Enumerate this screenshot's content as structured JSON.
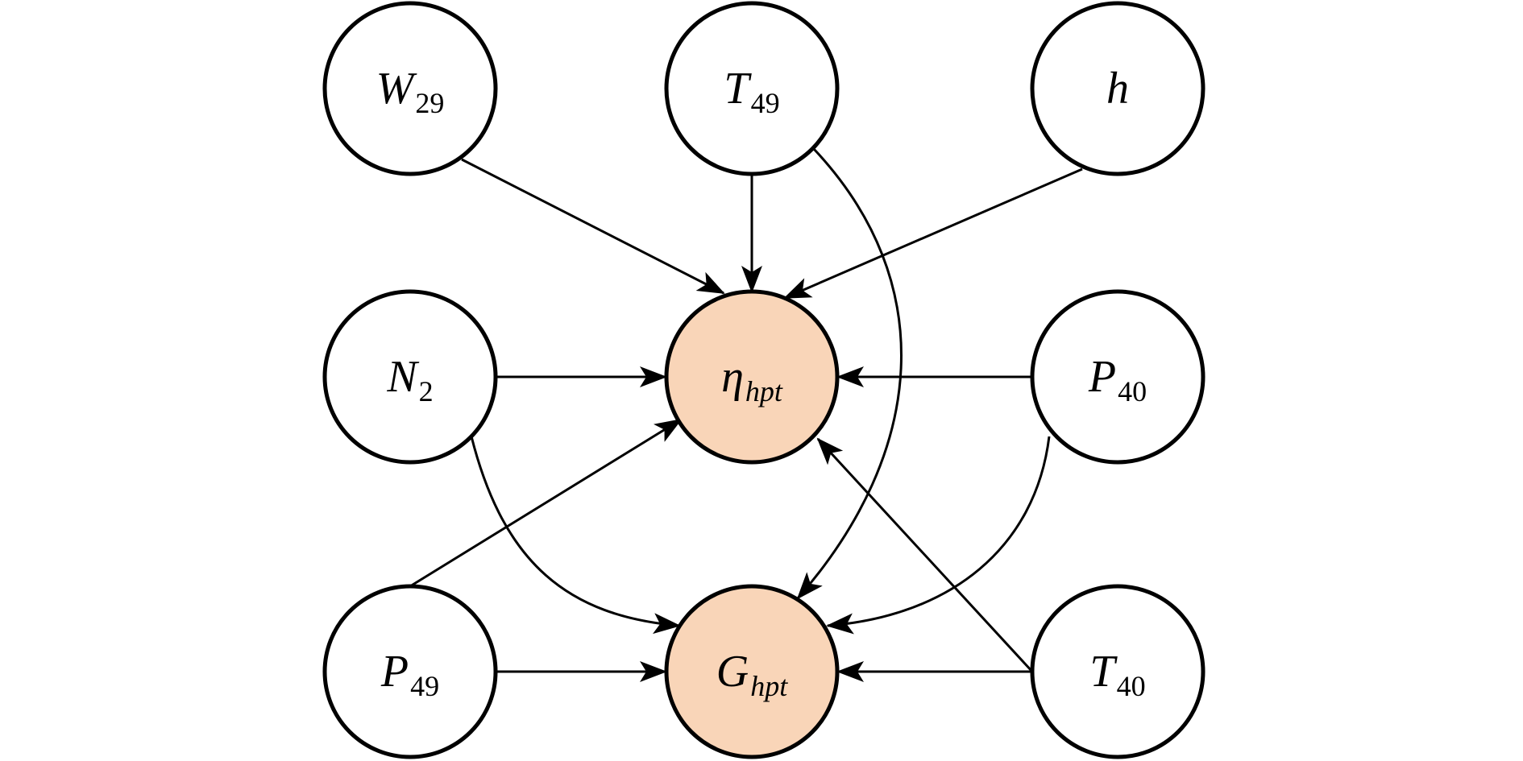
{
  "colors": {
    "target_fill": "#f9d5b8",
    "node_fill": "#ffffff",
    "stroke": "#000000"
  },
  "nodes": [
    {
      "id": "W29",
      "symbol": "W",
      "subscript": "29",
      "numeric_sub": true,
      "target": false
    },
    {
      "id": "T49",
      "symbol": "T",
      "subscript": "49",
      "numeric_sub": true,
      "target": false
    },
    {
      "id": "h",
      "symbol": "h",
      "subscript": "",
      "numeric_sub": false,
      "target": false
    },
    {
      "id": "N2",
      "symbol": "N",
      "subscript": "2",
      "numeric_sub": true,
      "target": false
    },
    {
      "id": "eta",
      "symbol": "η",
      "subscript": "hpt",
      "numeric_sub": false,
      "target": true
    },
    {
      "id": "P40",
      "symbol": "P",
      "subscript": "40",
      "numeric_sub": true,
      "target": false
    },
    {
      "id": "P49",
      "symbol": "P",
      "subscript": "49",
      "numeric_sub": true,
      "target": false
    },
    {
      "id": "G",
      "symbol": "G",
      "subscript": "hpt",
      "numeric_sub": false,
      "target": true
    },
    {
      "id": "T40",
      "symbol": "T",
      "subscript": "40",
      "numeric_sub": true,
      "target": false
    }
  ],
  "edges": [
    {
      "from": "W29",
      "to": "eta"
    },
    {
      "from": "T49",
      "to": "eta"
    },
    {
      "from": "h",
      "to": "eta"
    },
    {
      "from": "N2",
      "to": "eta"
    },
    {
      "from": "P40",
      "to": "eta"
    },
    {
      "from": "P49",
      "to": "eta"
    },
    {
      "from": "T40",
      "to": "eta"
    },
    {
      "from": "T49",
      "to": "G"
    },
    {
      "from": "N2",
      "to": "G"
    },
    {
      "from": "P40",
      "to": "G"
    },
    {
      "from": "P49",
      "to": "G"
    },
    {
      "from": "T40",
      "to": "G"
    }
  ]
}
